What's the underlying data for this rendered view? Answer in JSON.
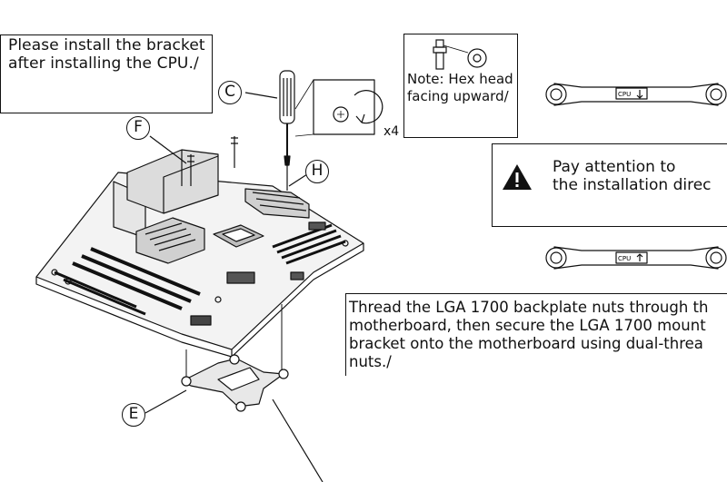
{
  "note": {
    "line1": "Please install the bracket",
    "line2": "after installing the CPU./"
  },
  "hex_note": {
    "line1": "Note: Hex head",
    "line2": "facing upward/"
  },
  "warning": {
    "line1": "Pay attention to",
    "line2": "the installation direc"
  },
  "thread_instruction": {
    "line1": "Thread the LGA 1700 backplate nuts through th",
    "line2": "motherboard, then secure the LGA 1700 mount",
    "line3": "bracket onto the motherboard using dual-threa",
    "line4": "nuts./"
  },
  "labels": {
    "c": "C",
    "f": "F",
    "h": "H",
    "e": "E"
  },
  "quantity": "x4",
  "bracket_tag": "CPU"
}
